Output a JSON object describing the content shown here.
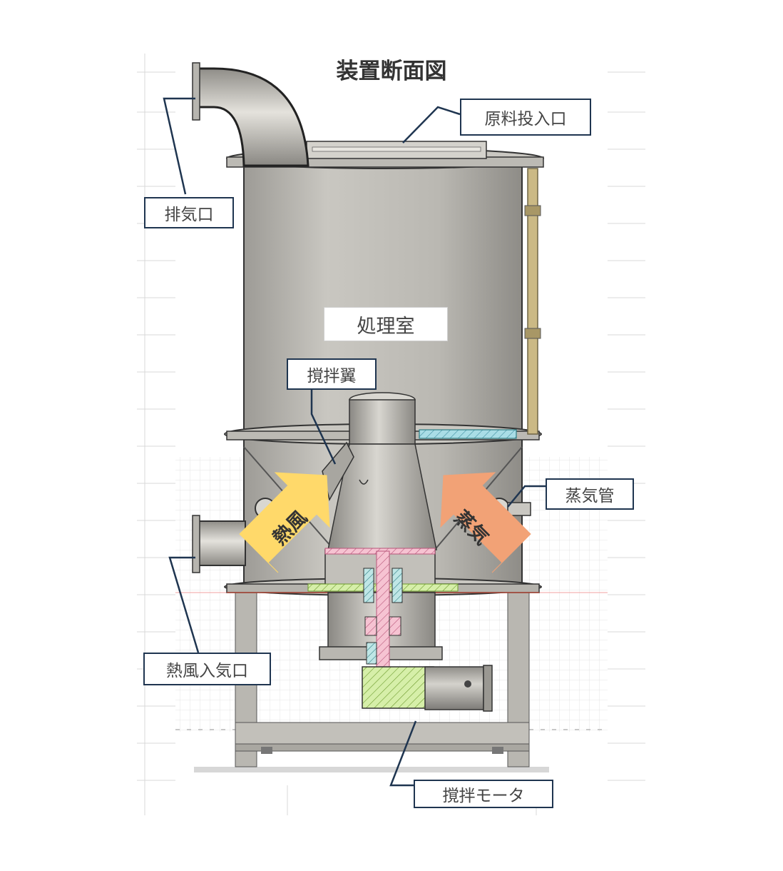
{
  "title": "装置断面図",
  "labels": {
    "exhaust_outlet": "排気口",
    "material_inlet": "原料投入口",
    "processing_chamber": "処理室",
    "stirring_blade": "撹拌翼",
    "steam_pipe": "蒸気管",
    "hot_air_inlet": "熱風入気口",
    "stirring_motor": "撹拌モータ"
  },
  "arrows": {
    "hot_air": "熱風",
    "steam": "蒸気"
  },
  "colors": {
    "hot_air_arrow": "#ffd96a",
    "steam_arrow": "#f2a276",
    "callout_border": "#1f3550",
    "steel": "#b4b2ac",
    "gauge_tube": "#cbb985",
    "hatch_cyan": "#9ad6e0",
    "hatch_pink": "#f2b3c6",
    "hatch_green": "#cce89c"
  }
}
